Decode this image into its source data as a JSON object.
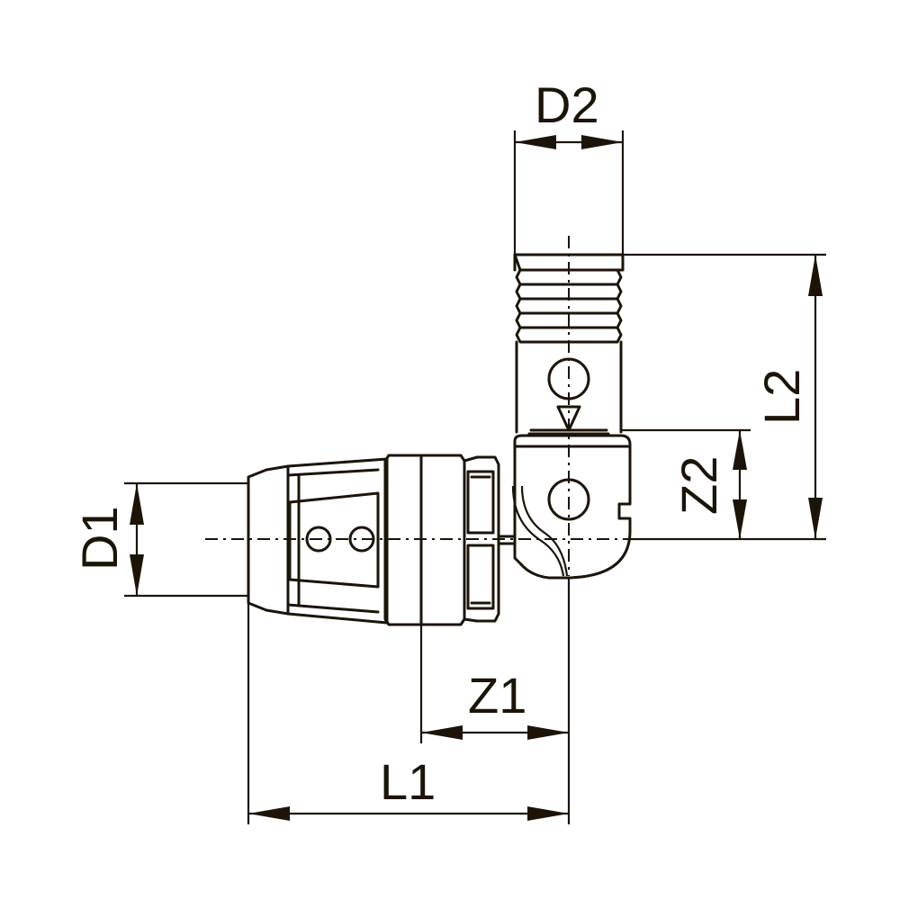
{
  "labels": {
    "d1": "D1",
    "d2": "D2",
    "l1": "L1",
    "l2": "L2",
    "z1": "Z1",
    "z2": "Z2"
  },
  "colors": {
    "ink": "#1c1407",
    "background": "#ffffff"
  }
}
